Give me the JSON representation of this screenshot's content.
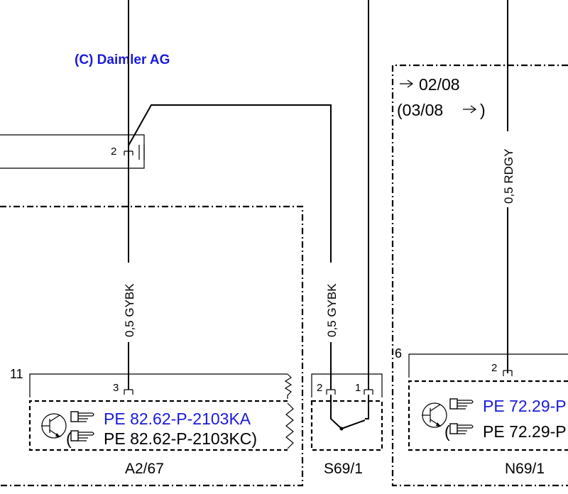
{
  "copyright": "(C) Daimler AG",
  "colors": {
    "link": "#1a1adc",
    "line": "#000000"
  },
  "wires": {
    "left": "0,5 GYBK",
    "middle": "0,5 GYBK",
    "right": "0,5 RDGY"
  },
  "date_range": {
    "from": "02/08",
    "to_open": "(03/08",
    "to_close": ")"
  },
  "pins": {
    "connector_top": "2",
    "a2_67_block": "11",
    "a2_67_pin": "3",
    "s69_left": "2",
    "s69_right": "1",
    "n69_block": "6",
    "n69_pin": "2"
  },
  "components": {
    "a2_67": {
      "label": "A2/67",
      "ref_primary": "PE 82.62-P-2103KA",
      "ref_secondary": "PE 82.62-P-2103KC)",
      "ref_secondary_paren": "("
    },
    "s69_1": {
      "label": "S69/1"
    },
    "n69_1": {
      "label": "N69/1",
      "ref_primary": "PE 72.29-P",
      "ref_secondary": "PE 72.29-P",
      "ref_secondary_paren": "("
    }
  },
  "icons": {
    "transistor": "transistor-symbol-icon",
    "pointing_hand": "pointing-hand-icon",
    "arrow": "right-arrow-icon",
    "switch": "switch-contact-icon"
  }
}
